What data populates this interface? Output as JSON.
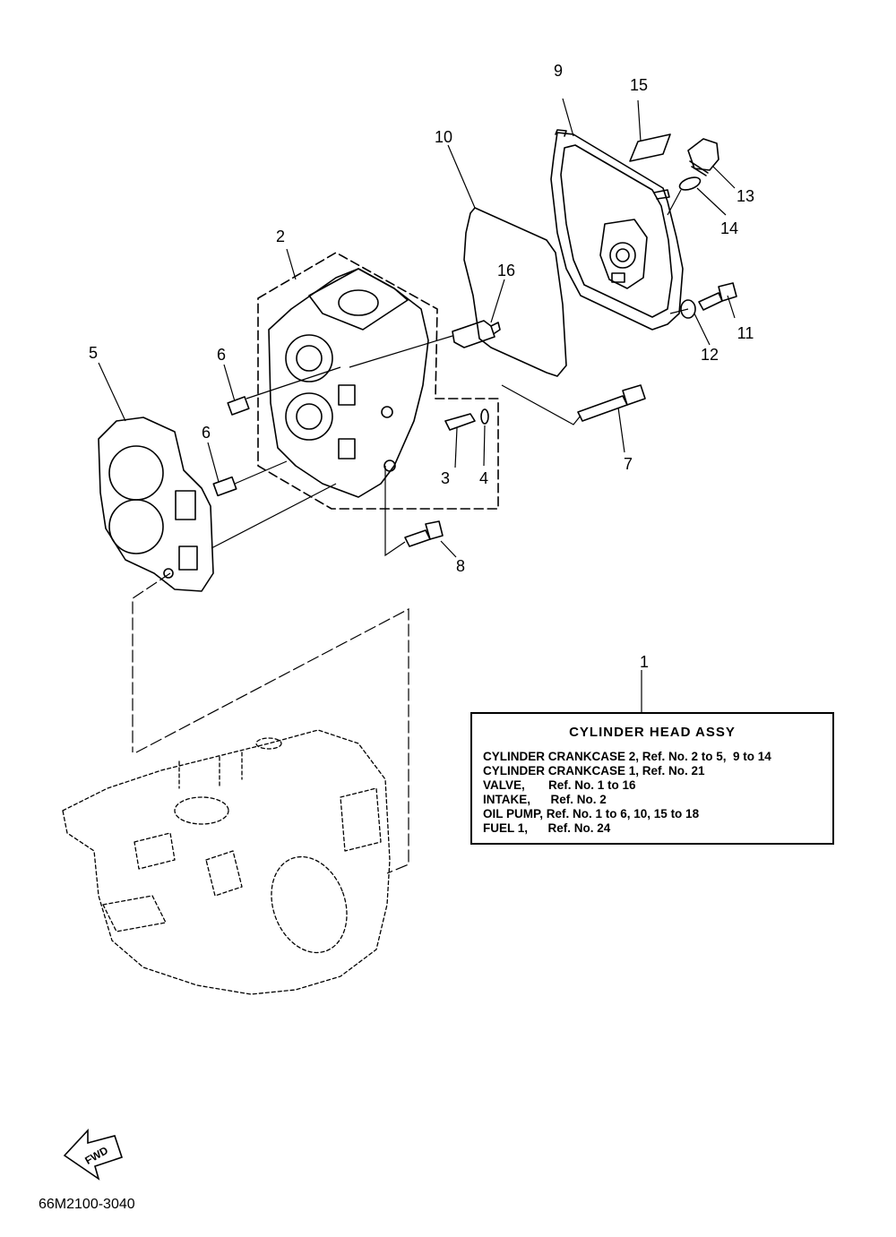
{
  "callouts": {
    "c1": "1",
    "c2": "2",
    "c3": "3",
    "c4": "4",
    "c5": "5",
    "c6a": "6",
    "c6b": "6",
    "c7": "7",
    "c8": "8",
    "c9": "9",
    "c10": "10",
    "c11": "11",
    "c12": "12",
    "c13": "13",
    "c14": "14",
    "c15": "15",
    "c16": "16"
  },
  "legend": {
    "title": "CYLINDER  HEAD ASSY",
    "lines": [
      "CYLINDER CRANKCASE 2, Ref. No. 2 to 5,  9 to 14",
      "CYLINDER CRANKCASE 1, Ref. No. 21",
      "VALVE,       Ref. No. 1 to 16",
      "INTAKE,      Ref. No. 2",
      "OIL PUMP, Ref. No. 1 to 6, 10, 15 to 18",
      "FUEL 1,      Ref. No. 24"
    ]
  },
  "fwd_label": "FWD",
  "doc_code": "66M2100-3040"
}
